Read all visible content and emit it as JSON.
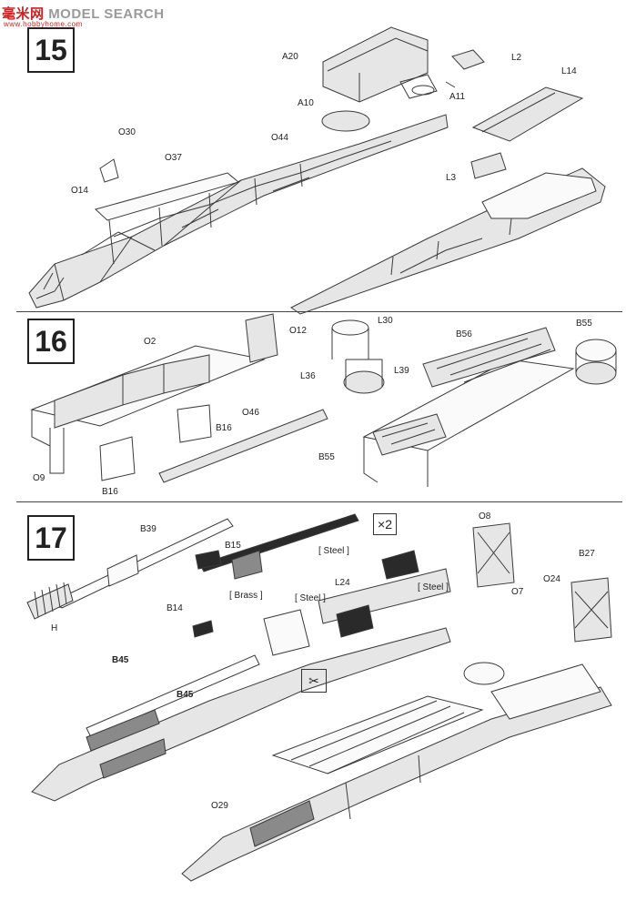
{
  "watermark": {
    "cn": "毫米网",
    "en": "MODEL SEARCH",
    "url": "www.hobbyhome.com"
  },
  "steps": [
    "15",
    "16",
    "17"
  ],
  "multiplier": "×2",
  "no_glue_icon": "no-glue-icon",
  "labels": {
    "A20": "A20",
    "L2": "L2",
    "L14": "L14",
    "A10": "A10",
    "A11": "A11",
    "O30": "O30",
    "O37": "O37",
    "O44": "O44",
    "O14": "O14",
    "L3": "L3",
    "O12": "O12",
    "L30": "L30",
    "B55a": "B55",
    "O2": "O2",
    "B56": "B56",
    "L36": "L36",
    "L39": "L39",
    "O46": "O46",
    "B16a": "B16",
    "B55b": "B55",
    "O9": "O9",
    "B16b": "B16",
    "B39": "B39",
    "B15": "B15",
    "steel1": "[ Steel ]",
    "O8": "O8",
    "B27": "B27",
    "brass": "[ Brass ]",
    "L24": "L24",
    "steel2": "[ Steel ]",
    "steel3": "[ Steel ]",
    "O24": "O24",
    "O7": "O7",
    "H": "H",
    "B14": "B14",
    "B45a": "B45",
    "B45b": "B45",
    "O29": "O29"
  }
}
